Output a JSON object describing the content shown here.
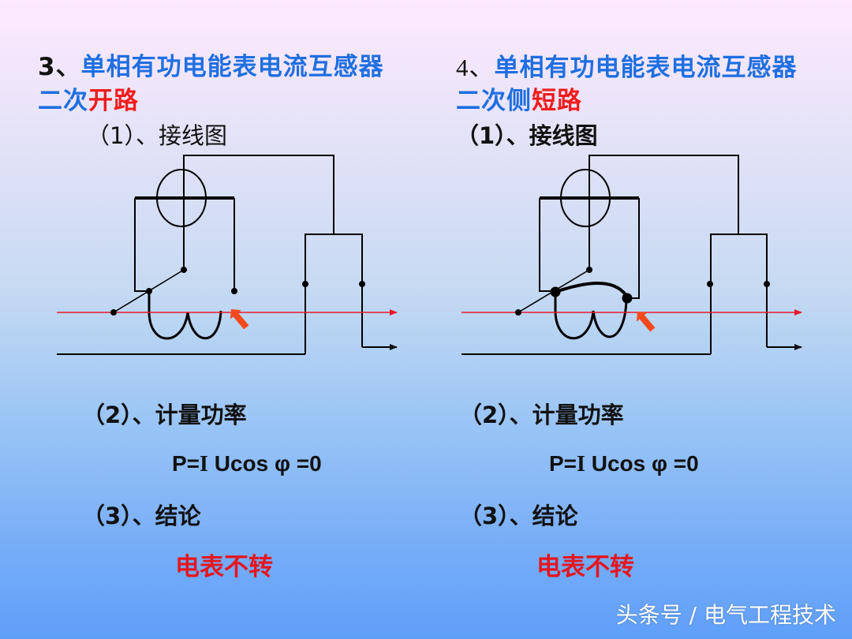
{
  "left_panel": {
    "number": "3、",
    "title_blue_1": "单相有功电能表电流互感器",
    "title_blue_2": "二次",
    "title_red": "开路",
    "step1": "（1）、接线图",
    "step2": "（2）、计量功率",
    "formula_p": "P=",
    "formula_i": "I",
    "formula_rest": " Ucos φ =0",
    "step3": "（3）、结论",
    "conclusion": "电表不转"
  },
  "right_panel": {
    "number": "4、",
    "title_blue_1": "单相有功电能表电流互感器",
    "title_blue_2": "二次侧",
    "title_red": "短路",
    "step1": "（1）、接线图",
    "step2": "（2）、计量功率",
    "formula_p": "P=",
    "formula_i": "I",
    "formula_rest": " Ucos φ =0",
    "step3": "（3）、结论",
    "conclusion": "电表不转"
  },
  "watermark": "头条号 / 电气工程技术",
  "colors": {
    "title_blue": "#1f6fe0",
    "highlight_red": "#f01c1c",
    "current_line_red": "#e8192c",
    "pointer_arrow": "#f5491c",
    "wire": "#000000"
  },
  "diagrams": {
    "left": {
      "label": "CT secondary open-circuit wiring",
      "fault": "open-circuit"
    },
    "right": {
      "label": "CT secondary short-circuit wiring",
      "fault": "short-circuit"
    }
  }
}
